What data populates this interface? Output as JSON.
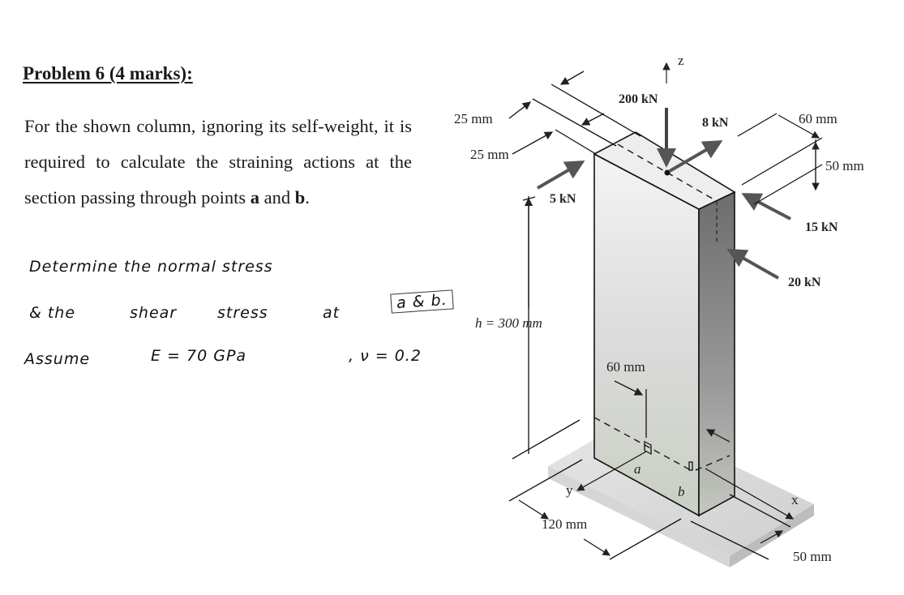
{
  "problem": {
    "title": "Problem 6 (4 marks):",
    "statement_parts": [
      "For the shown column, ignoring its self-weight, it is required to calculate the straining actions at the section passing through points ",
      "a",
      " and ",
      "b",
      "."
    ]
  },
  "handwritten_notes": {
    "line1": "Determine the normal stress",
    "line2_a": "& the",
    "line2_b": "shear",
    "line2_c": "stress",
    "line2_d": "at",
    "line2_box": "a & b.",
    "line3_a": "Assume",
    "line3_b": "E = 70 GPa",
    "line3_c": ", ν = 0.2"
  },
  "figure": {
    "axes": {
      "z": "z",
      "x": "x",
      "y": "y"
    },
    "loads": [
      {
        "id": "vertical",
        "label": "200 kN"
      },
      {
        "id": "load-8",
        "label": "8 kN"
      },
      {
        "id": "load-5",
        "label": "5 kN"
      },
      {
        "id": "load-15",
        "label": "15 kN"
      },
      {
        "id": "load-20",
        "label": "20 kN"
      }
    ],
    "dimensions": {
      "offset_1": "25 mm",
      "offset_2": "25 mm",
      "top_width": "60 mm",
      "top_depth": "50 mm",
      "height": "h = 300 mm",
      "point_a_offset": "60 mm",
      "base_width": "120 mm",
      "base_depth": "50 mm"
    },
    "points": {
      "a": "a",
      "b": "b"
    }
  }
}
